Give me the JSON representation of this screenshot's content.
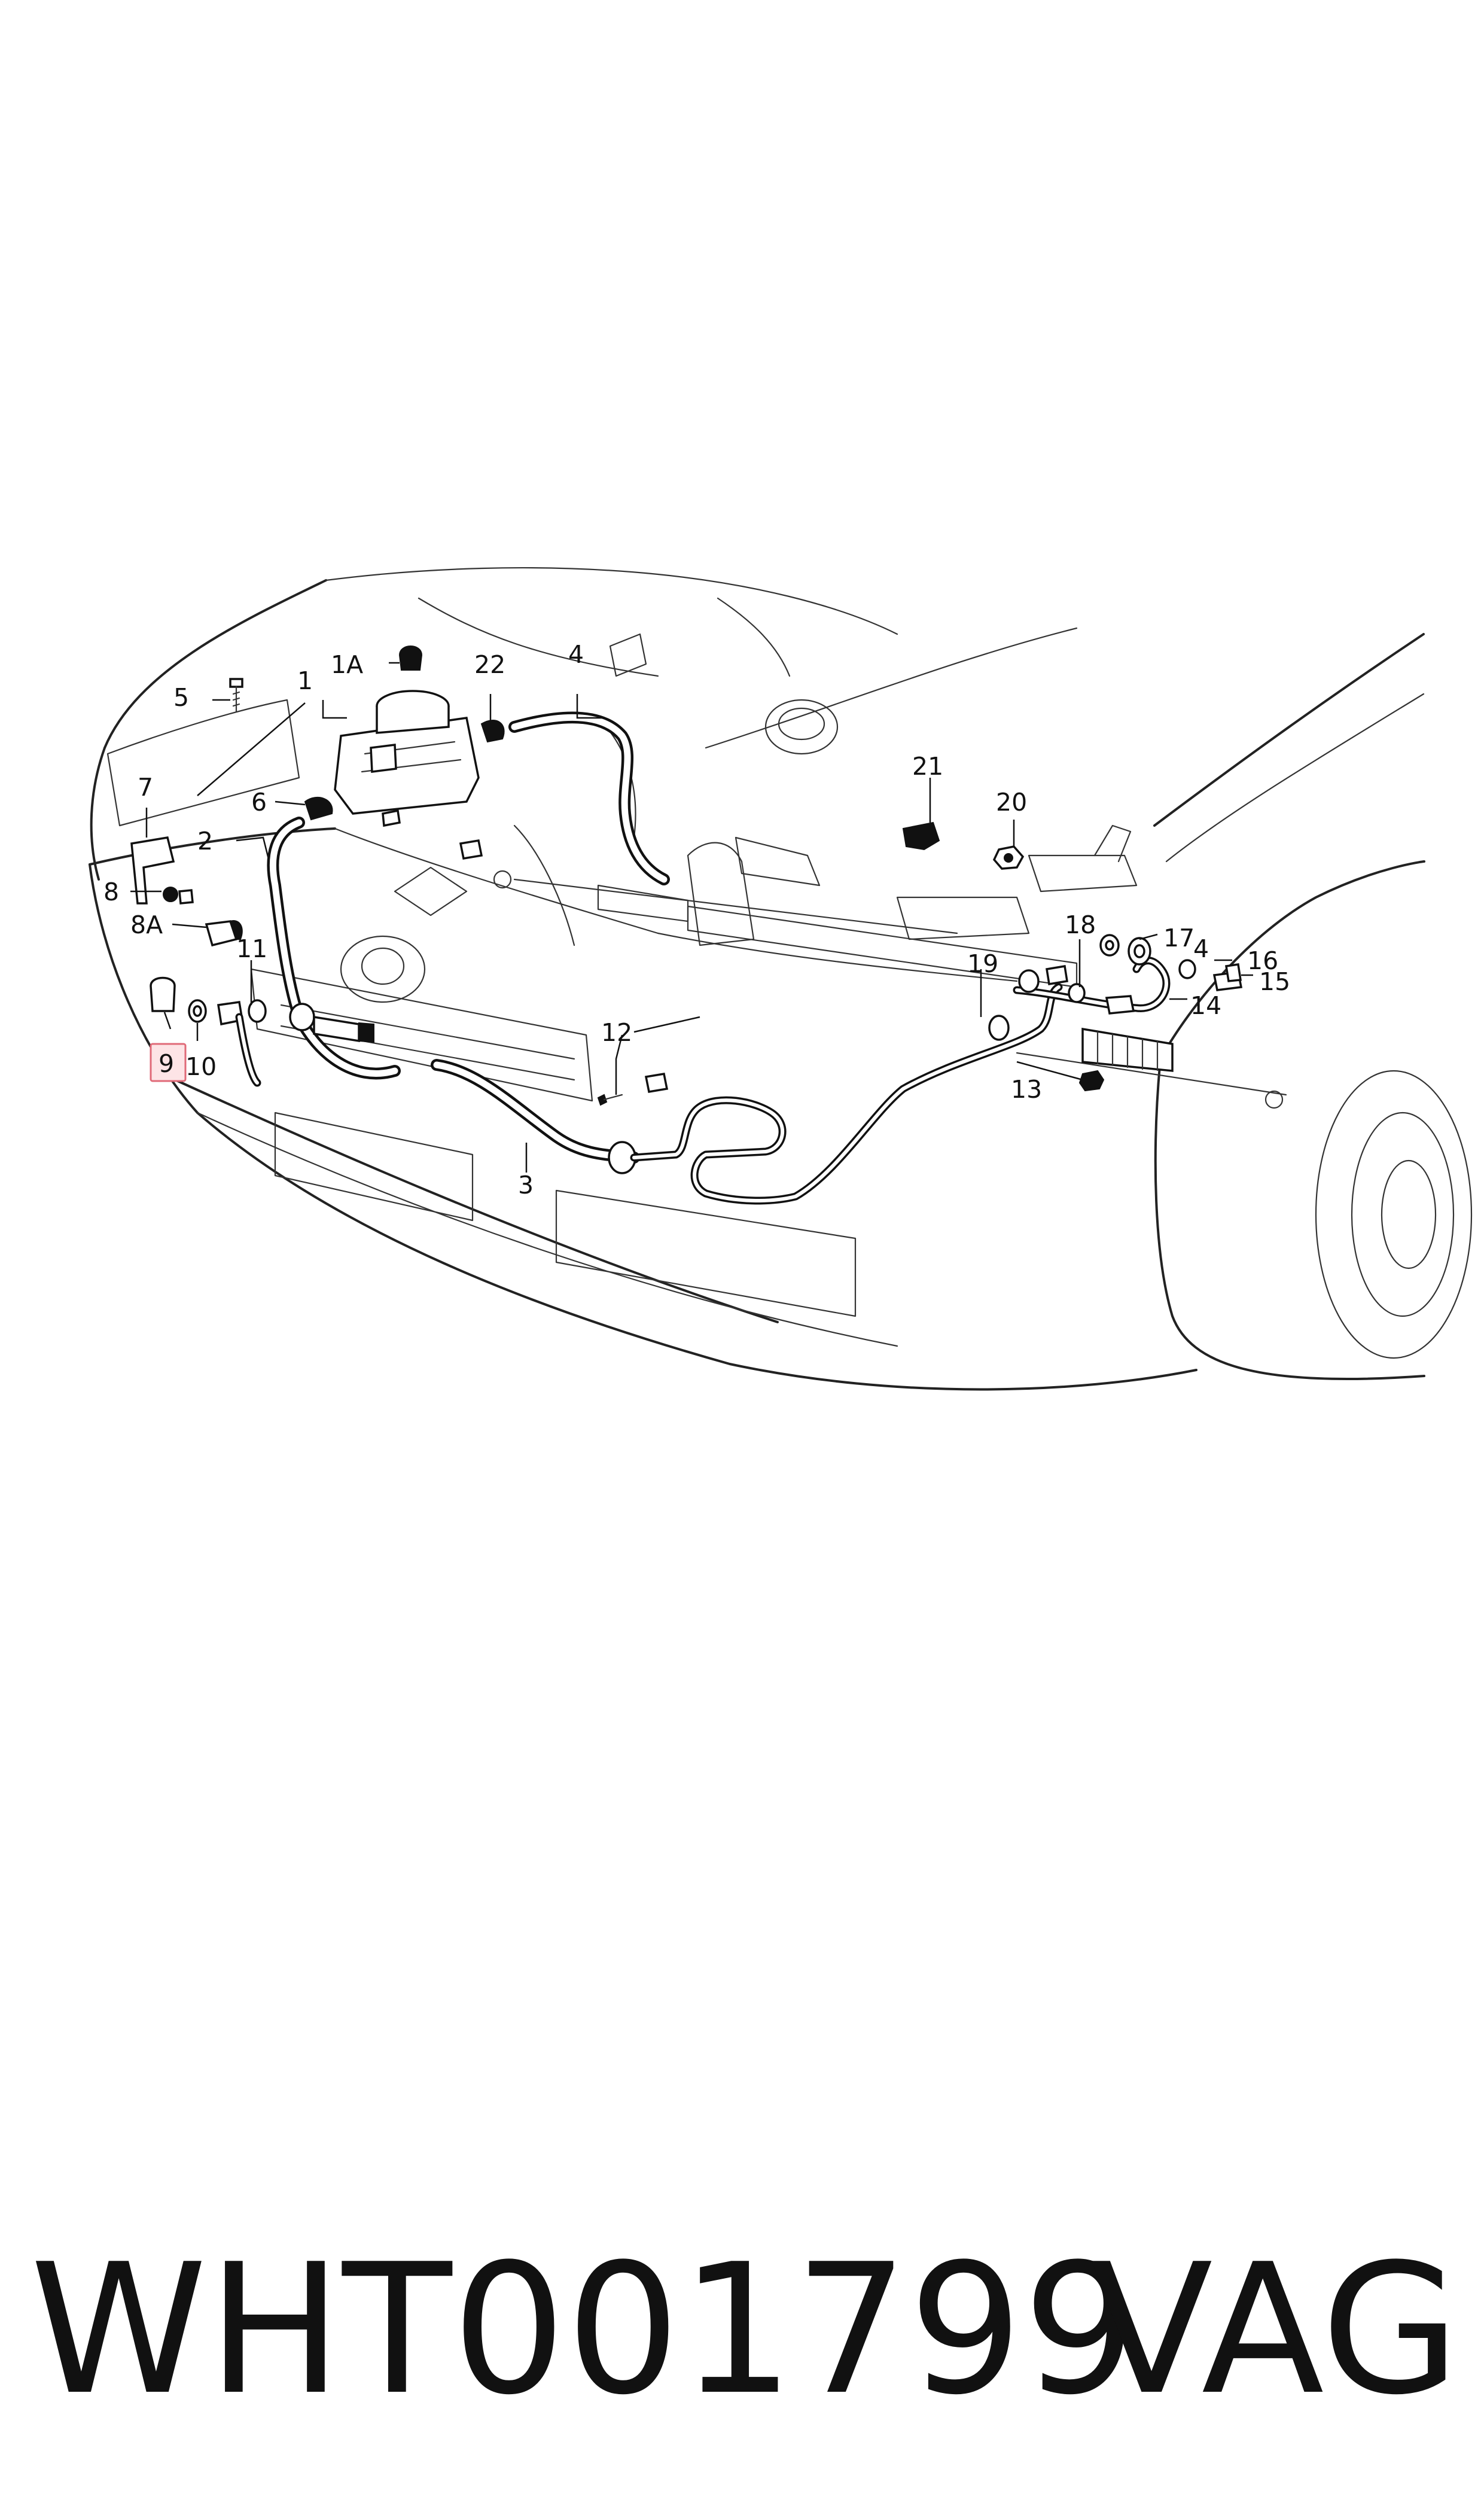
{
  "callouts": {
    "c1": "1",
    "c1a": "1A",
    "c2": "2",
    "c3": "3",
    "c4a": "4",
    "c4b": "4",
    "c5": "5",
    "c6": "6",
    "c7": "7",
    "c8": "8",
    "c8a": "8A",
    "c9": "9",
    "c10": "10",
    "c11": "11",
    "c12": "12",
    "c13": "13",
    "c14": "14",
    "c15": "15",
    "c16": "16",
    "c17": "17",
    "c18": "18",
    "c19": "19",
    "c20": "20",
    "c21": "21",
    "c22": "22"
  },
  "highlighted_callout": "9",
  "colors": {
    "highlight_fill": "#fde4e6",
    "highlight_stroke": "#e06a78",
    "line": "#111111"
  },
  "footer": {
    "part_number": "WHT001799",
    "brand": "VAG"
  }
}
